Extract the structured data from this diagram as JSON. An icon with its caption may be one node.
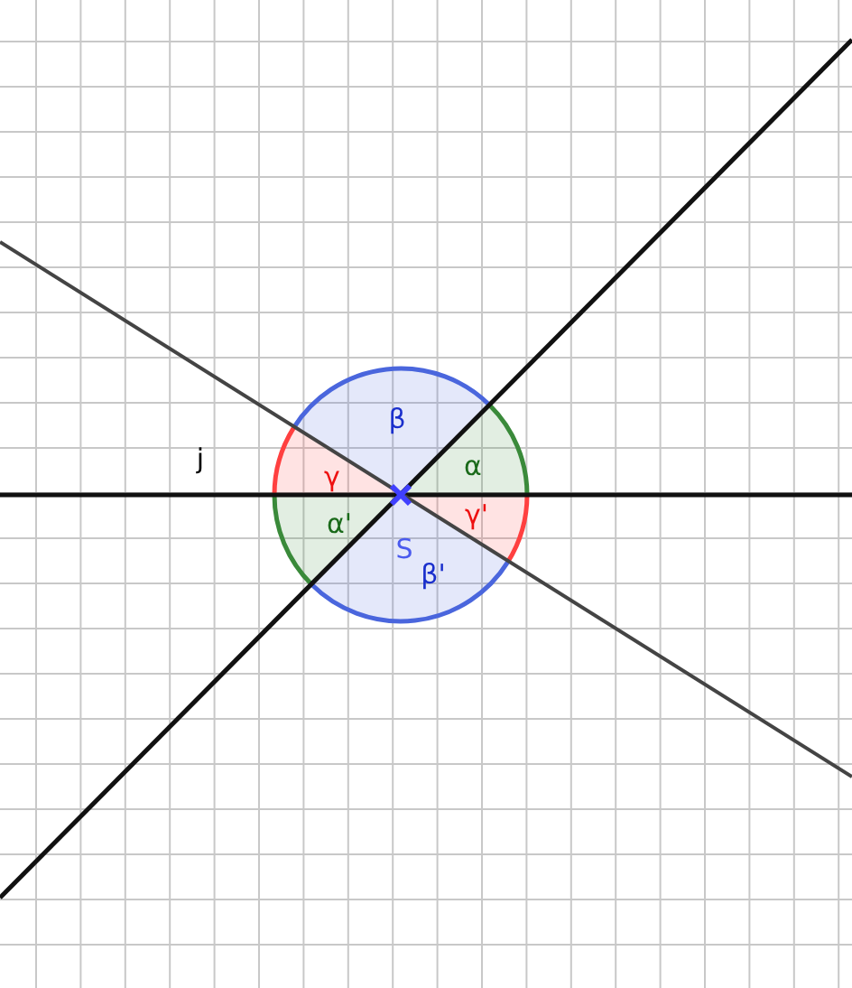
{
  "diagram": {
    "labels": [
      "j",
      "β",
      "γ",
      "α",
      "α'",
      "γ'",
      "S",
      "β'"
    ]
  }
}
